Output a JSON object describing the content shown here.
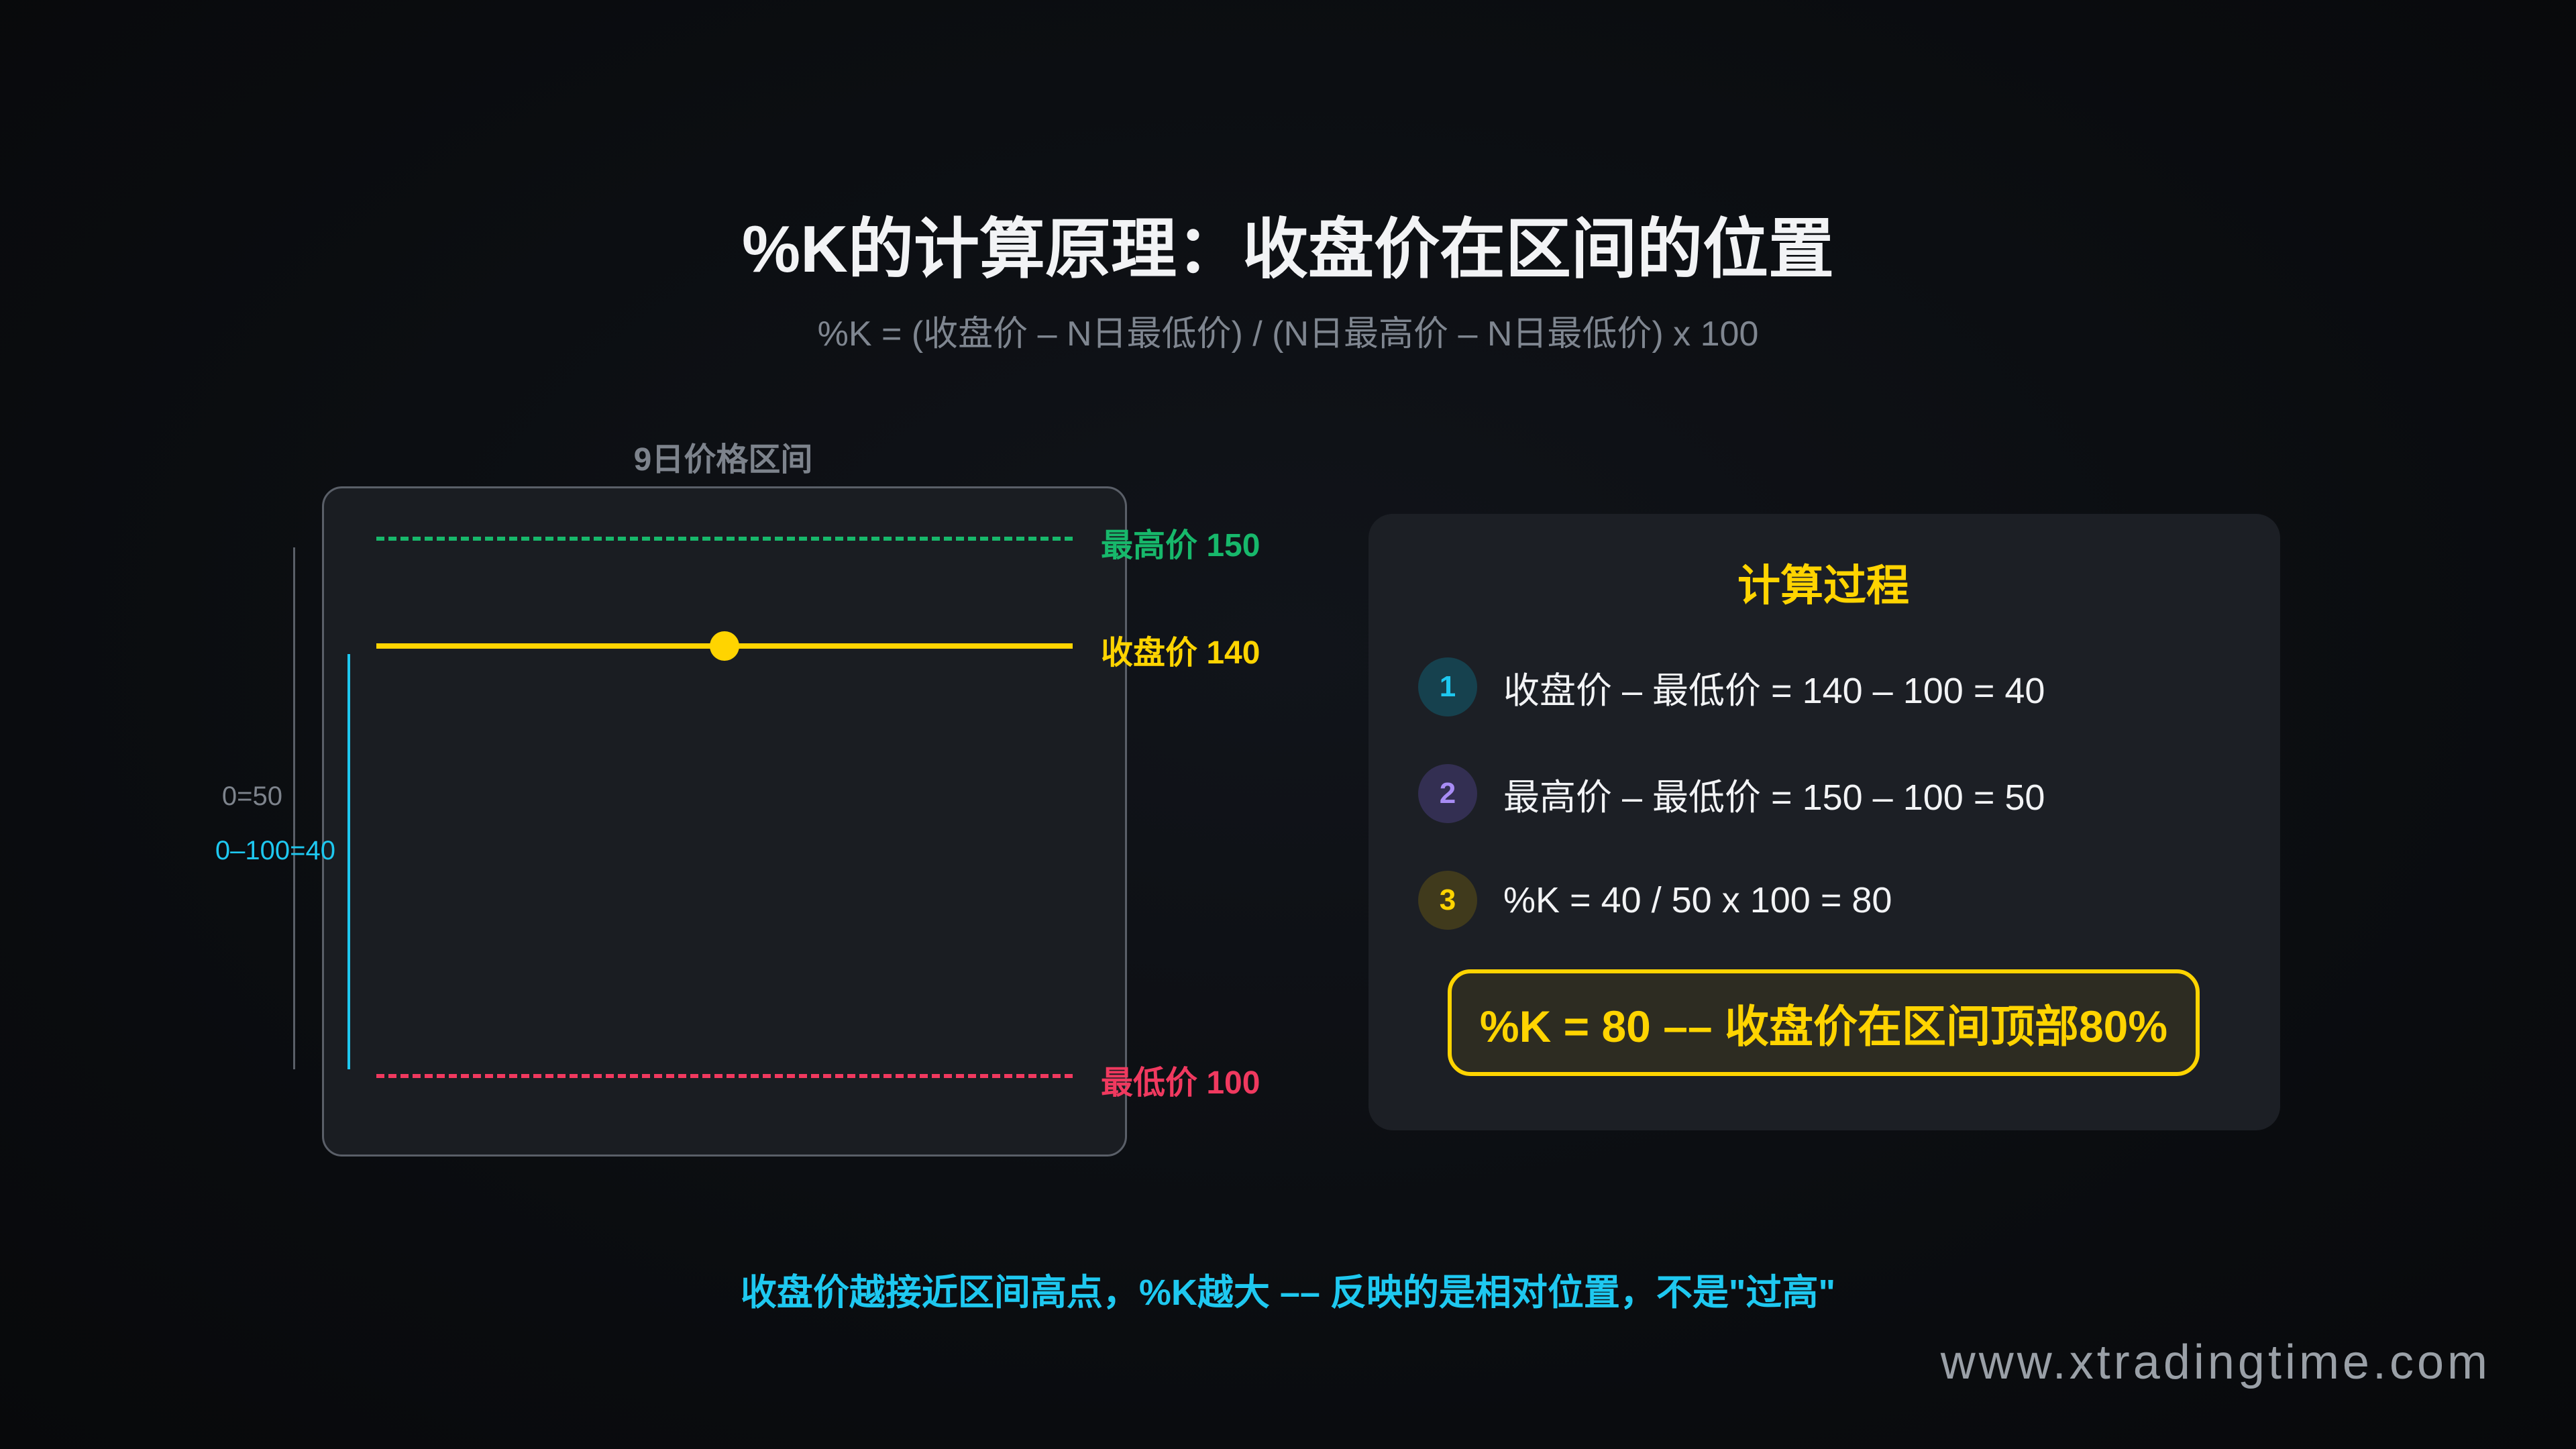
{
  "title": "%K的计算原理：收盘价在区间的位置",
  "subtitle": "%K = (收盘价 – N日最低价) / (N日最高价 – N日最低价) x 100",
  "range_panel": {
    "title": "9日价格区间",
    "high_label": "最高价 150",
    "close_label": "收盘价 140",
    "low_label": "最低价 100",
    "range_calc": "0=50",
    "diff_calc": "0–100=40",
    "colors": {
      "high": "#17b86b",
      "close": "#ffd400",
      "low": "#f0395f",
      "diff": "#1ec8f0"
    }
  },
  "calc_panel": {
    "title": "计算过程",
    "steps": [
      {
        "num": "1",
        "text": "收盘价 – 最低价 = 140 – 100 = 40"
      },
      {
        "num": "2",
        "text": "最高价 – 最低价 = 150 – 100 = 50"
      },
      {
        "num": "3",
        "text": "%K = 40 / 50 x 100 = 80"
      }
    ],
    "result": "%K = 80 –– 收盘价在区间顶部80%"
  },
  "footer_note": "收盘价越接近区间高点，%K越大 –– 反映的是相对位置，不是\"过高\"",
  "watermark": "www.xtradingtime.com"
}
